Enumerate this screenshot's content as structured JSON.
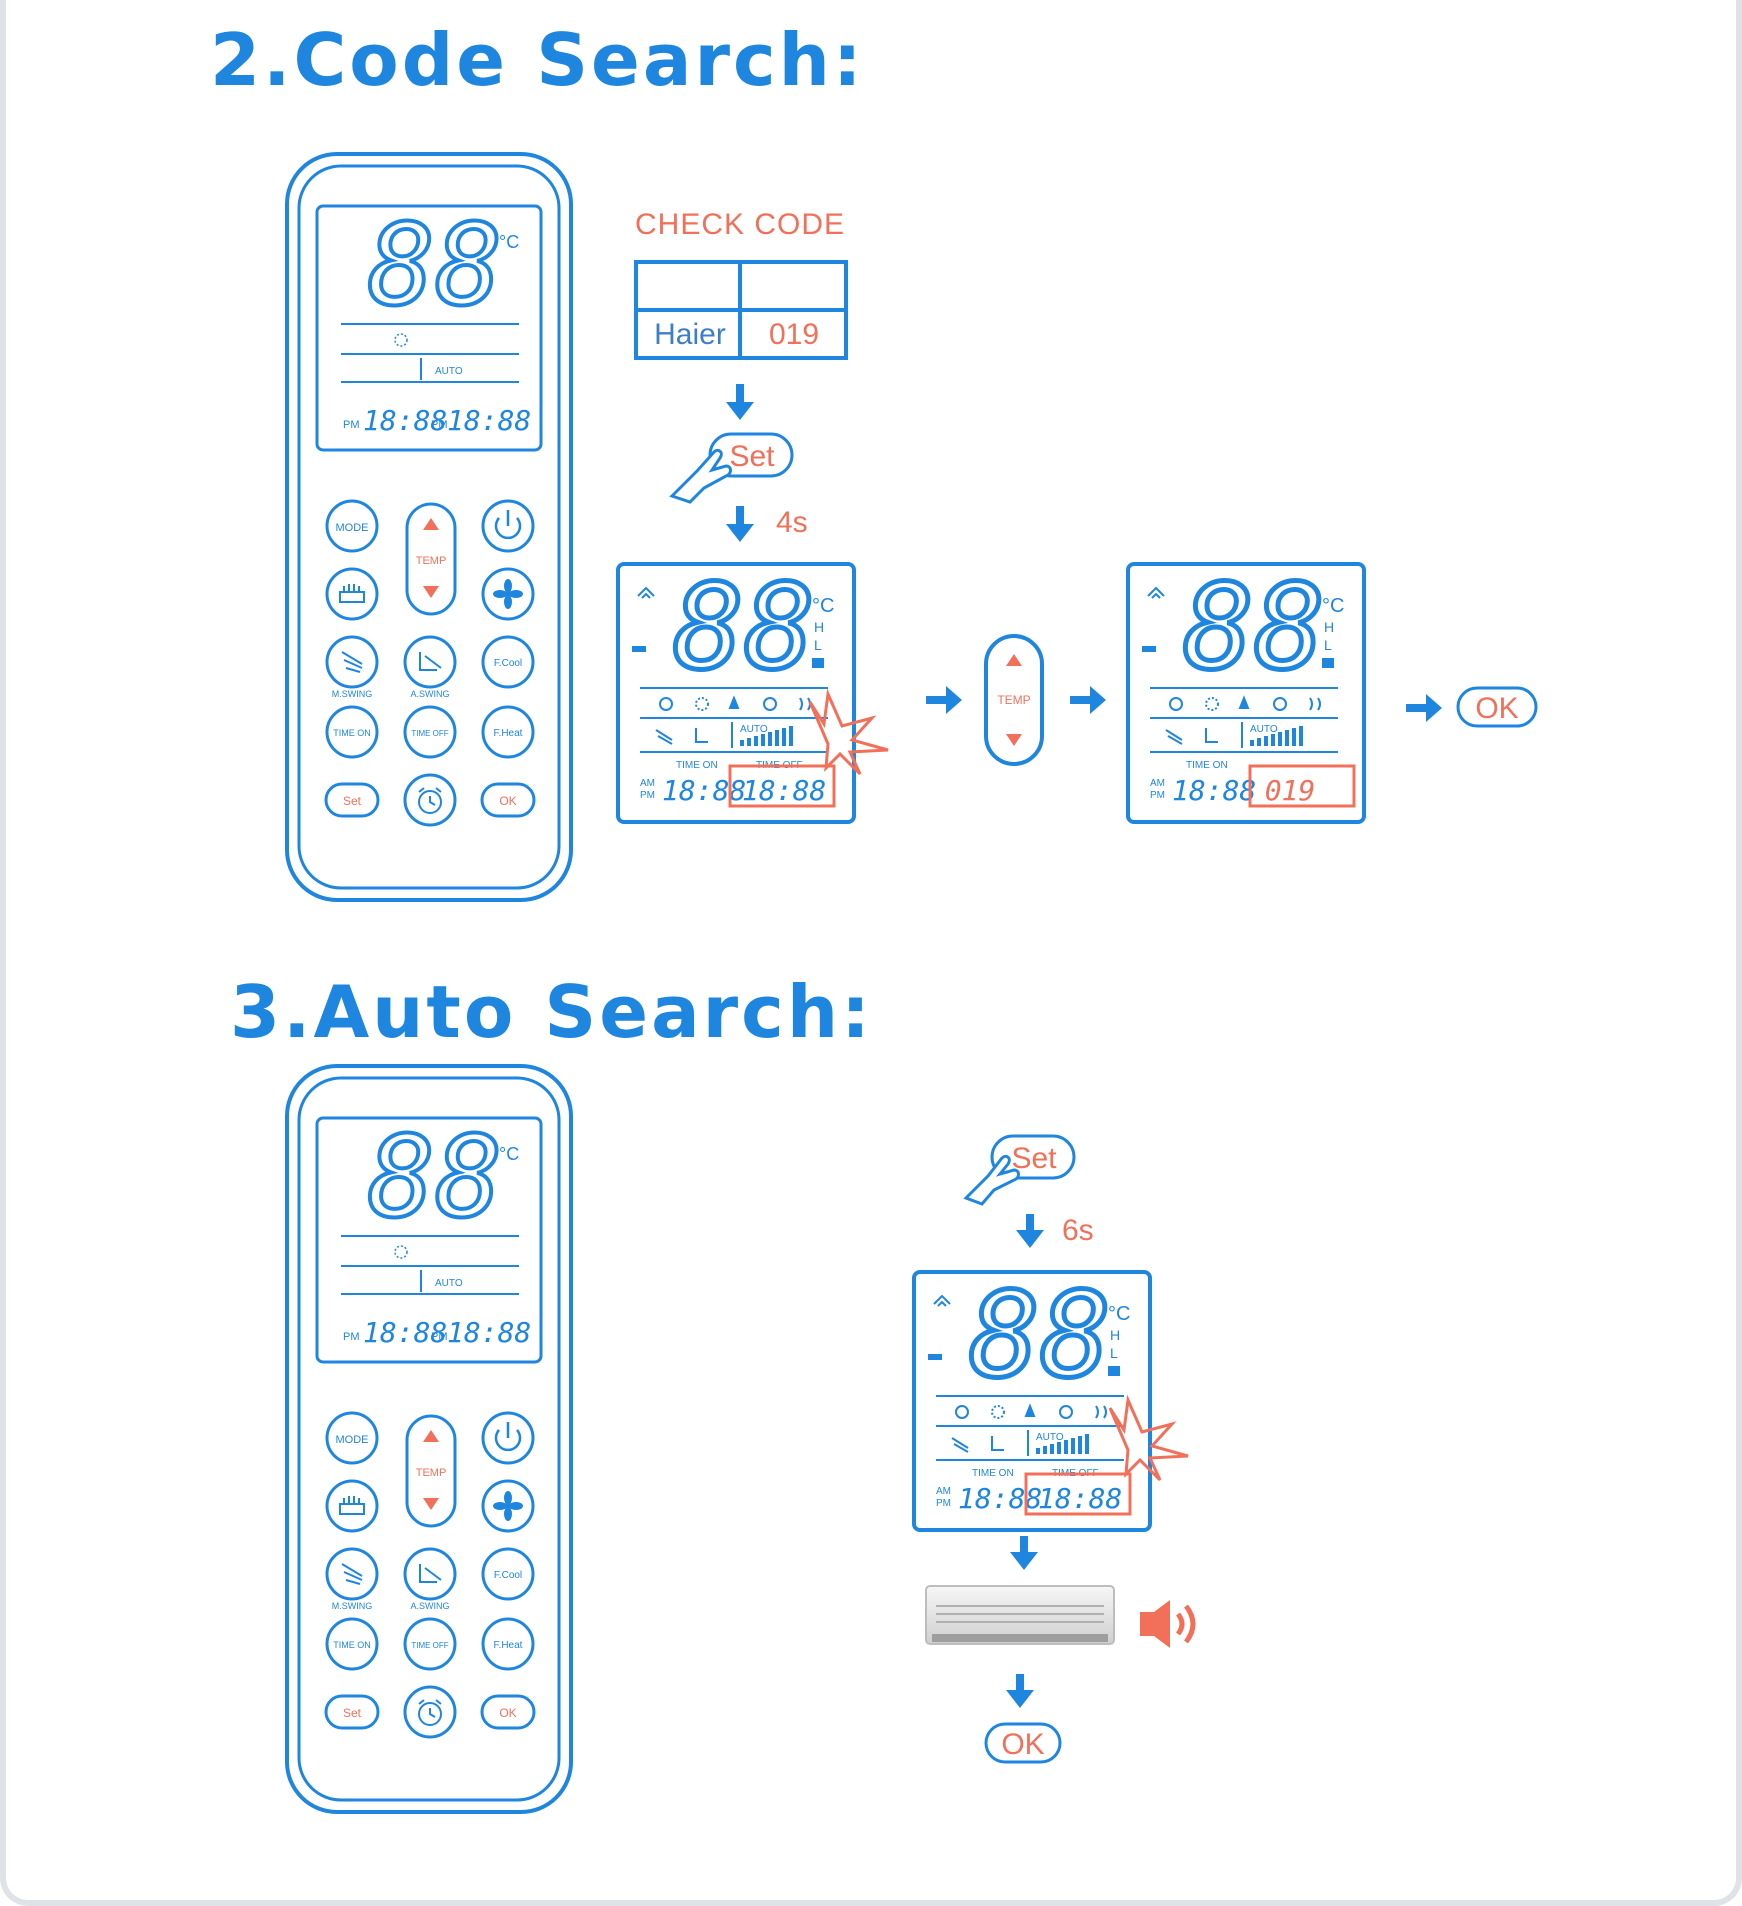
{
  "sections": {
    "code_search": {
      "title": "2.Code Search:",
      "check_code_label": "CHECK CODE",
      "brand": "Haier",
      "code": "019",
      "hold_time": "4s",
      "set_label": "Set",
      "ok_label": "OK",
      "temp_label": "TEMP",
      "result_code": "019"
    },
    "auto_search": {
      "title": "3.Auto Search:",
      "hold_time": "6s",
      "set_label": "Set",
      "ok_label": "OK"
    }
  },
  "remote": {
    "digits": "88",
    "unit": "°C",
    "mode_auto": "AUTO",
    "clock_left": "18:88",
    "clock_right": "18:88",
    "clock_prefix": "PM",
    "buttons": {
      "mode": "MODE",
      "temp": "TEMP",
      "fcool": "F.Cool",
      "fheat": "F.Heat",
      "mswing": "M.SWING",
      "aswing": "A.SWING",
      "time_on": "TIME ON",
      "time_off": "TIME OFF",
      "set": "Set",
      "ok": "OK"
    }
  },
  "display_panel": {
    "digits": "88",
    "unit": "°C",
    "h": "H",
    "l": "L",
    "auto": "AUTO",
    "time_on": "TIME ON",
    "time_off": "TIME OFF",
    "am": "AM",
    "pm": "PM",
    "clock_left": "18:88",
    "clock_right": "18:88"
  },
  "colors": {
    "blue": "#1f86e0",
    "coral": "#f2705a"
  }
}
